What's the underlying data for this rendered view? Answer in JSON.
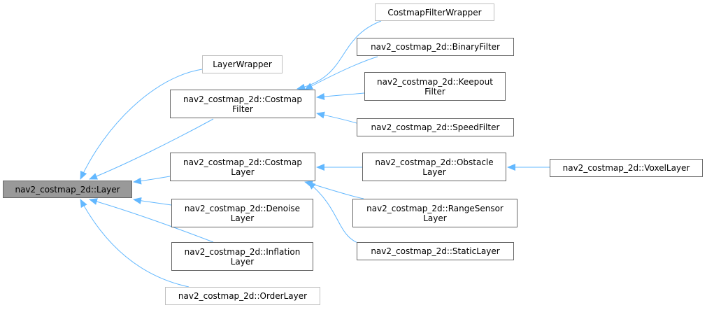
{
  "diagram": {
    "edge_color": "#63b8ff",
    "nodes": {
      "layer": "nav2_costmap_2d::Layer",
      "layer_wrapper": "LayerWrapper",
      "costmap_filter": "nav2_costmap_2d::Costmap\nFilter",
      "costmap_layer": "nav2_costmap_2d::Costmap\nLayer",
      "denoise_layer": "nav2_costmap_2d::Denoise\nLayer",
      "inflation_layer": "nav2_costmap_2d::Inflation\nLayer",
      "order_layer": "nav2_costmap_2d::OrderLayer",
      "costmap_filter_wrapper": "CostmapFilterWrapper",
      "binary_filter": "nav2_costmap_2d::BinaryFilter",
      "keepout_filter": "nav2_costmap_2d::Keepout\nFilter",
      "speed_filter": "nav2_costmap_2d::SpeedFilter",
      "obstacle_layer": "nav2_costmap_2d::Obstacle\nLayer",
      "range_sensor_layer": "nav2_costmap_2d::RangeSensor\nLayer",
      "static_layer": "nav2_costmap_2d::StaticLayer",
      "voxel_layer": "nav2_costmap_2d::VoxelLayer"
    }
  }
}
